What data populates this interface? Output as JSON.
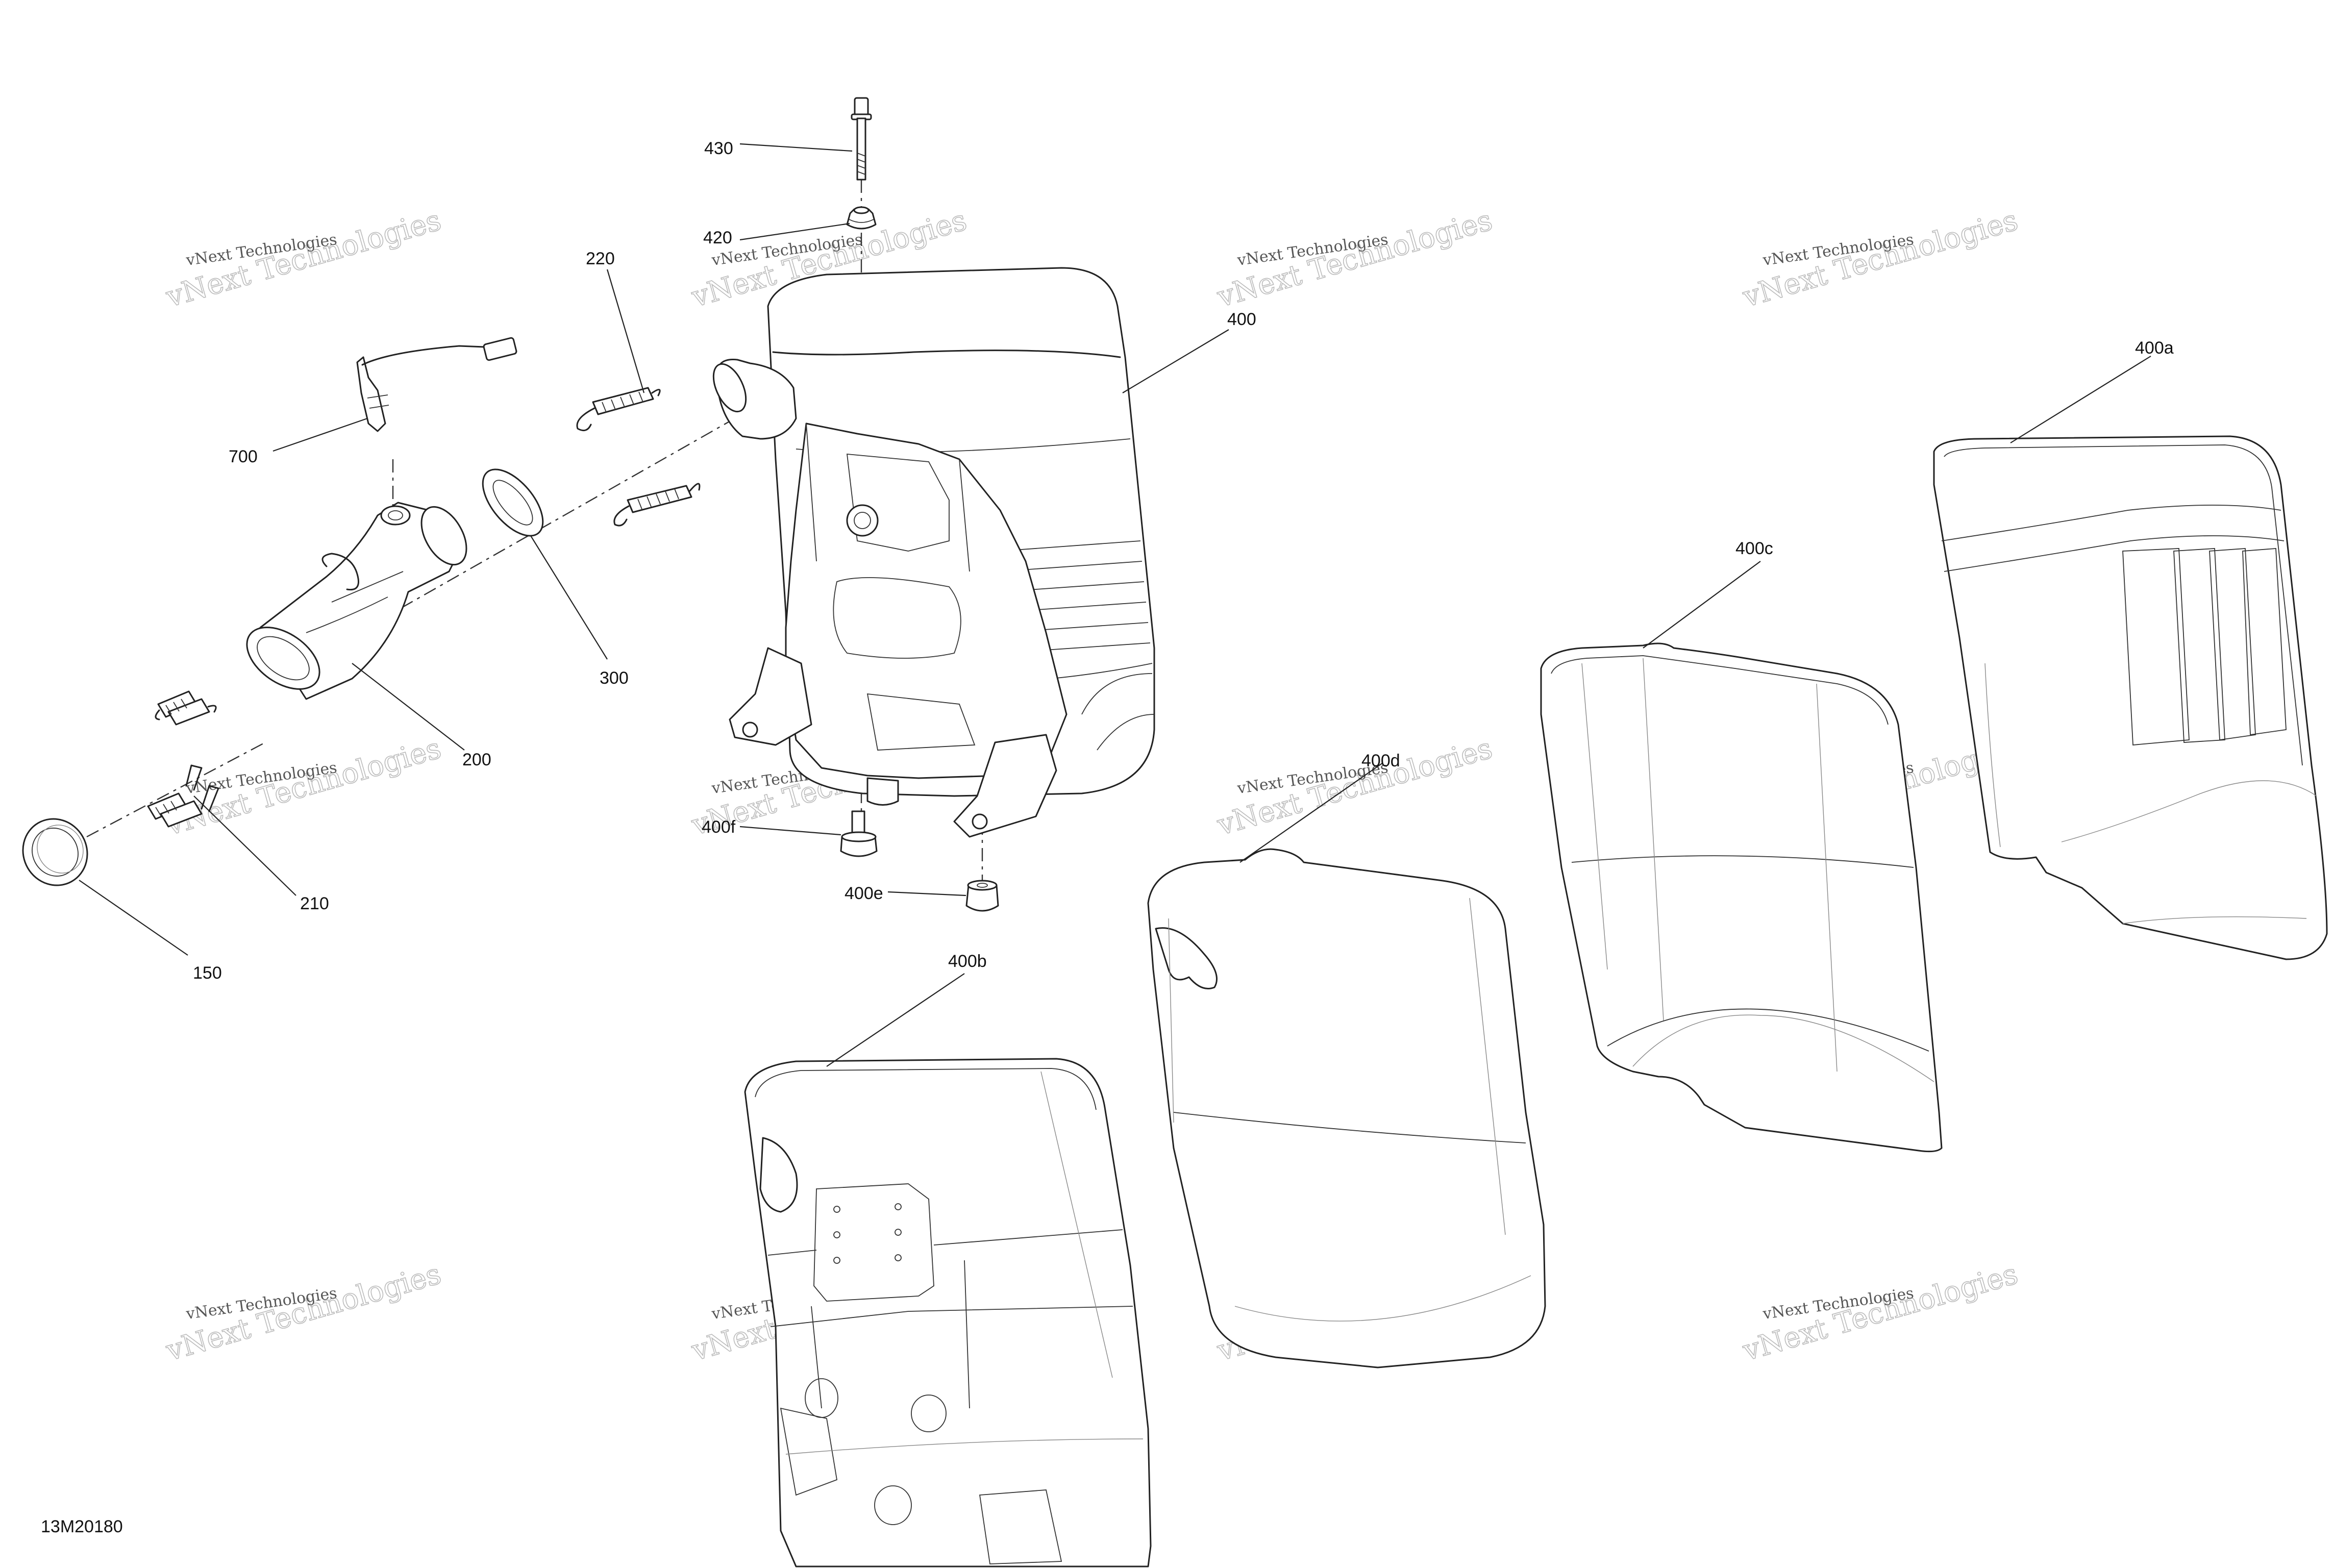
{
  "diagram": {
    "figure_id": "13M20180",
    "watermark": {
      "line1": "vNext Technologies",
      "line2": "vNext Technologies"
    },
    "callouts": [
      {
        "id": "430",
        "label": "430"
      },
      {
        "id": "420",
        "label": "420"
      },
      {
        "id": "220",
        "label": "220"
      },
      {
        "id": "400",
        "label": "400"
      },
      {
        "id": "400a",
        "label": "400a"
      },
      {
        "id": "700",
        "label": "700"
      },
      {
        "id": "300",
        "label": "300"
      },
      {
        "id": "400c",
        "label": "400c"
      },
      {
        "id": "200",
        "label": "200"
      },
      {
        "id": "400d",
        "label": "400d"
      },
      {
        "id": "400f",
        "label": "400f"
      },
      {
        "id": "400e",
        "label": "400e"
      },
      {
        "id": "210",
        "label": "210"
      },
      {
        "id": "150",
        "label": "150"
      },
      {
        "id": "400b",
        "label": "400b"
      }
    ]
  }
}
